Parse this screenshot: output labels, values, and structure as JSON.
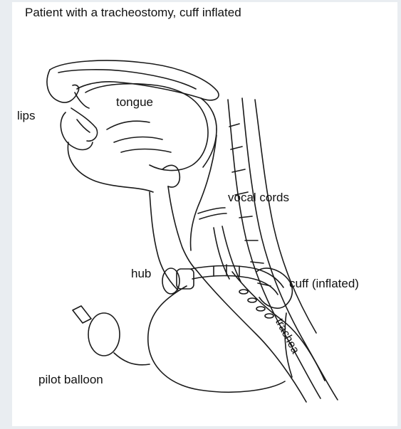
{
  "diagram": {
    "title": "Patient with a tracheostomy, cuff inflated",
    "labels": {
      "lips": "lips",
      "tongue": "tongue",
      "vocal_cords": "vocal cords",
      "hub": "hub",
      "cuff": "cuff  (inflated)",
      "trachea": "trachea",
      "pilot_balloon": "pilot balloon"
    }
  }
}
